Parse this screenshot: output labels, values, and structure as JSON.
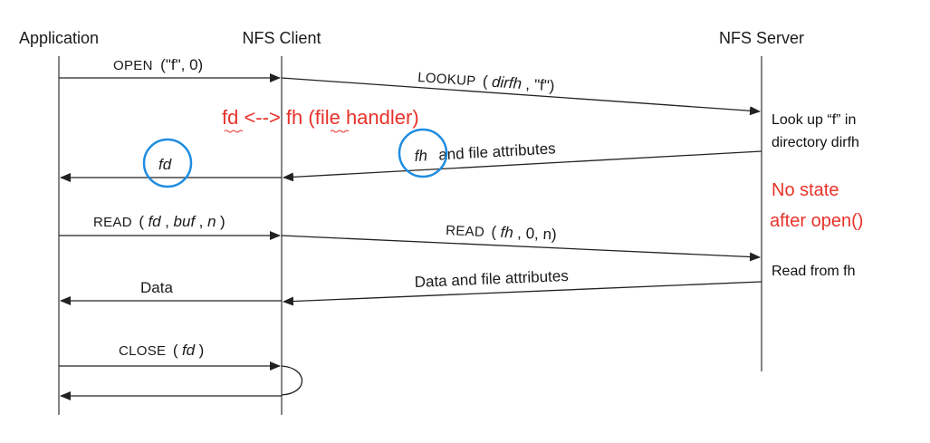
{
  "participants": {
    "application": "Application",
    "client": "NFS Client",
    "server": "NFS Server"
  },
  "messages": {
    "open": {
      "name": "OPEN",
      "args": "(\"f\", 0)"
    },
    "lookup": {
      "name": "LOOKUP",
      "open_paren": "(",
      "arg_dirfh": "dirfh",
      "rest": ", \"f\")"
    },
    "fh_attrs": {
      "arg_fh": "fh",
      "rest": "and file attributes"
    },
    "fd_return": {
      "arg_fd": "fd"
    },
    "read_app": {
      "name": "READ",
      "open_paren": "(",
      "arg_fd": "fd",
      "comma1": ", ",
      "arg_buf": "buf",
      "comma2": ", ",
      "arg_n": "n",
      "close_paren": ")"
    },
    "read_server": {
      "name": "READ",
      "open_paren": "(",
      "arg_fh": "fh",
      "rest": ", 0, n)"
    },
    "data_attrs": {
      "text": "Data and file attributes"
    },
    "data_app": {
      "text": "Data"
    },
    "close": {
      "name": "CLOSE",
      "open_paren": "(",
      "arg_fd": "fd",
      "close_paren": ")"
    }
  },
  "server_notes": {
    "lookup_line1": "Look up “f” in",
    "lookup_line2": "directory dirfh",
    "read": "Read from fh"
  },
  "annotations": {
    "fd_fh": "fd <--> fh (file handler)",
    "no_state_line1": "No state",
    "no_state_line2": "after open()"
  },
  "colors": {
    "annotation_red": "#e8322a",
    "circle_blue": "#1f8de0",
    "line": "#222222"
  }
}
